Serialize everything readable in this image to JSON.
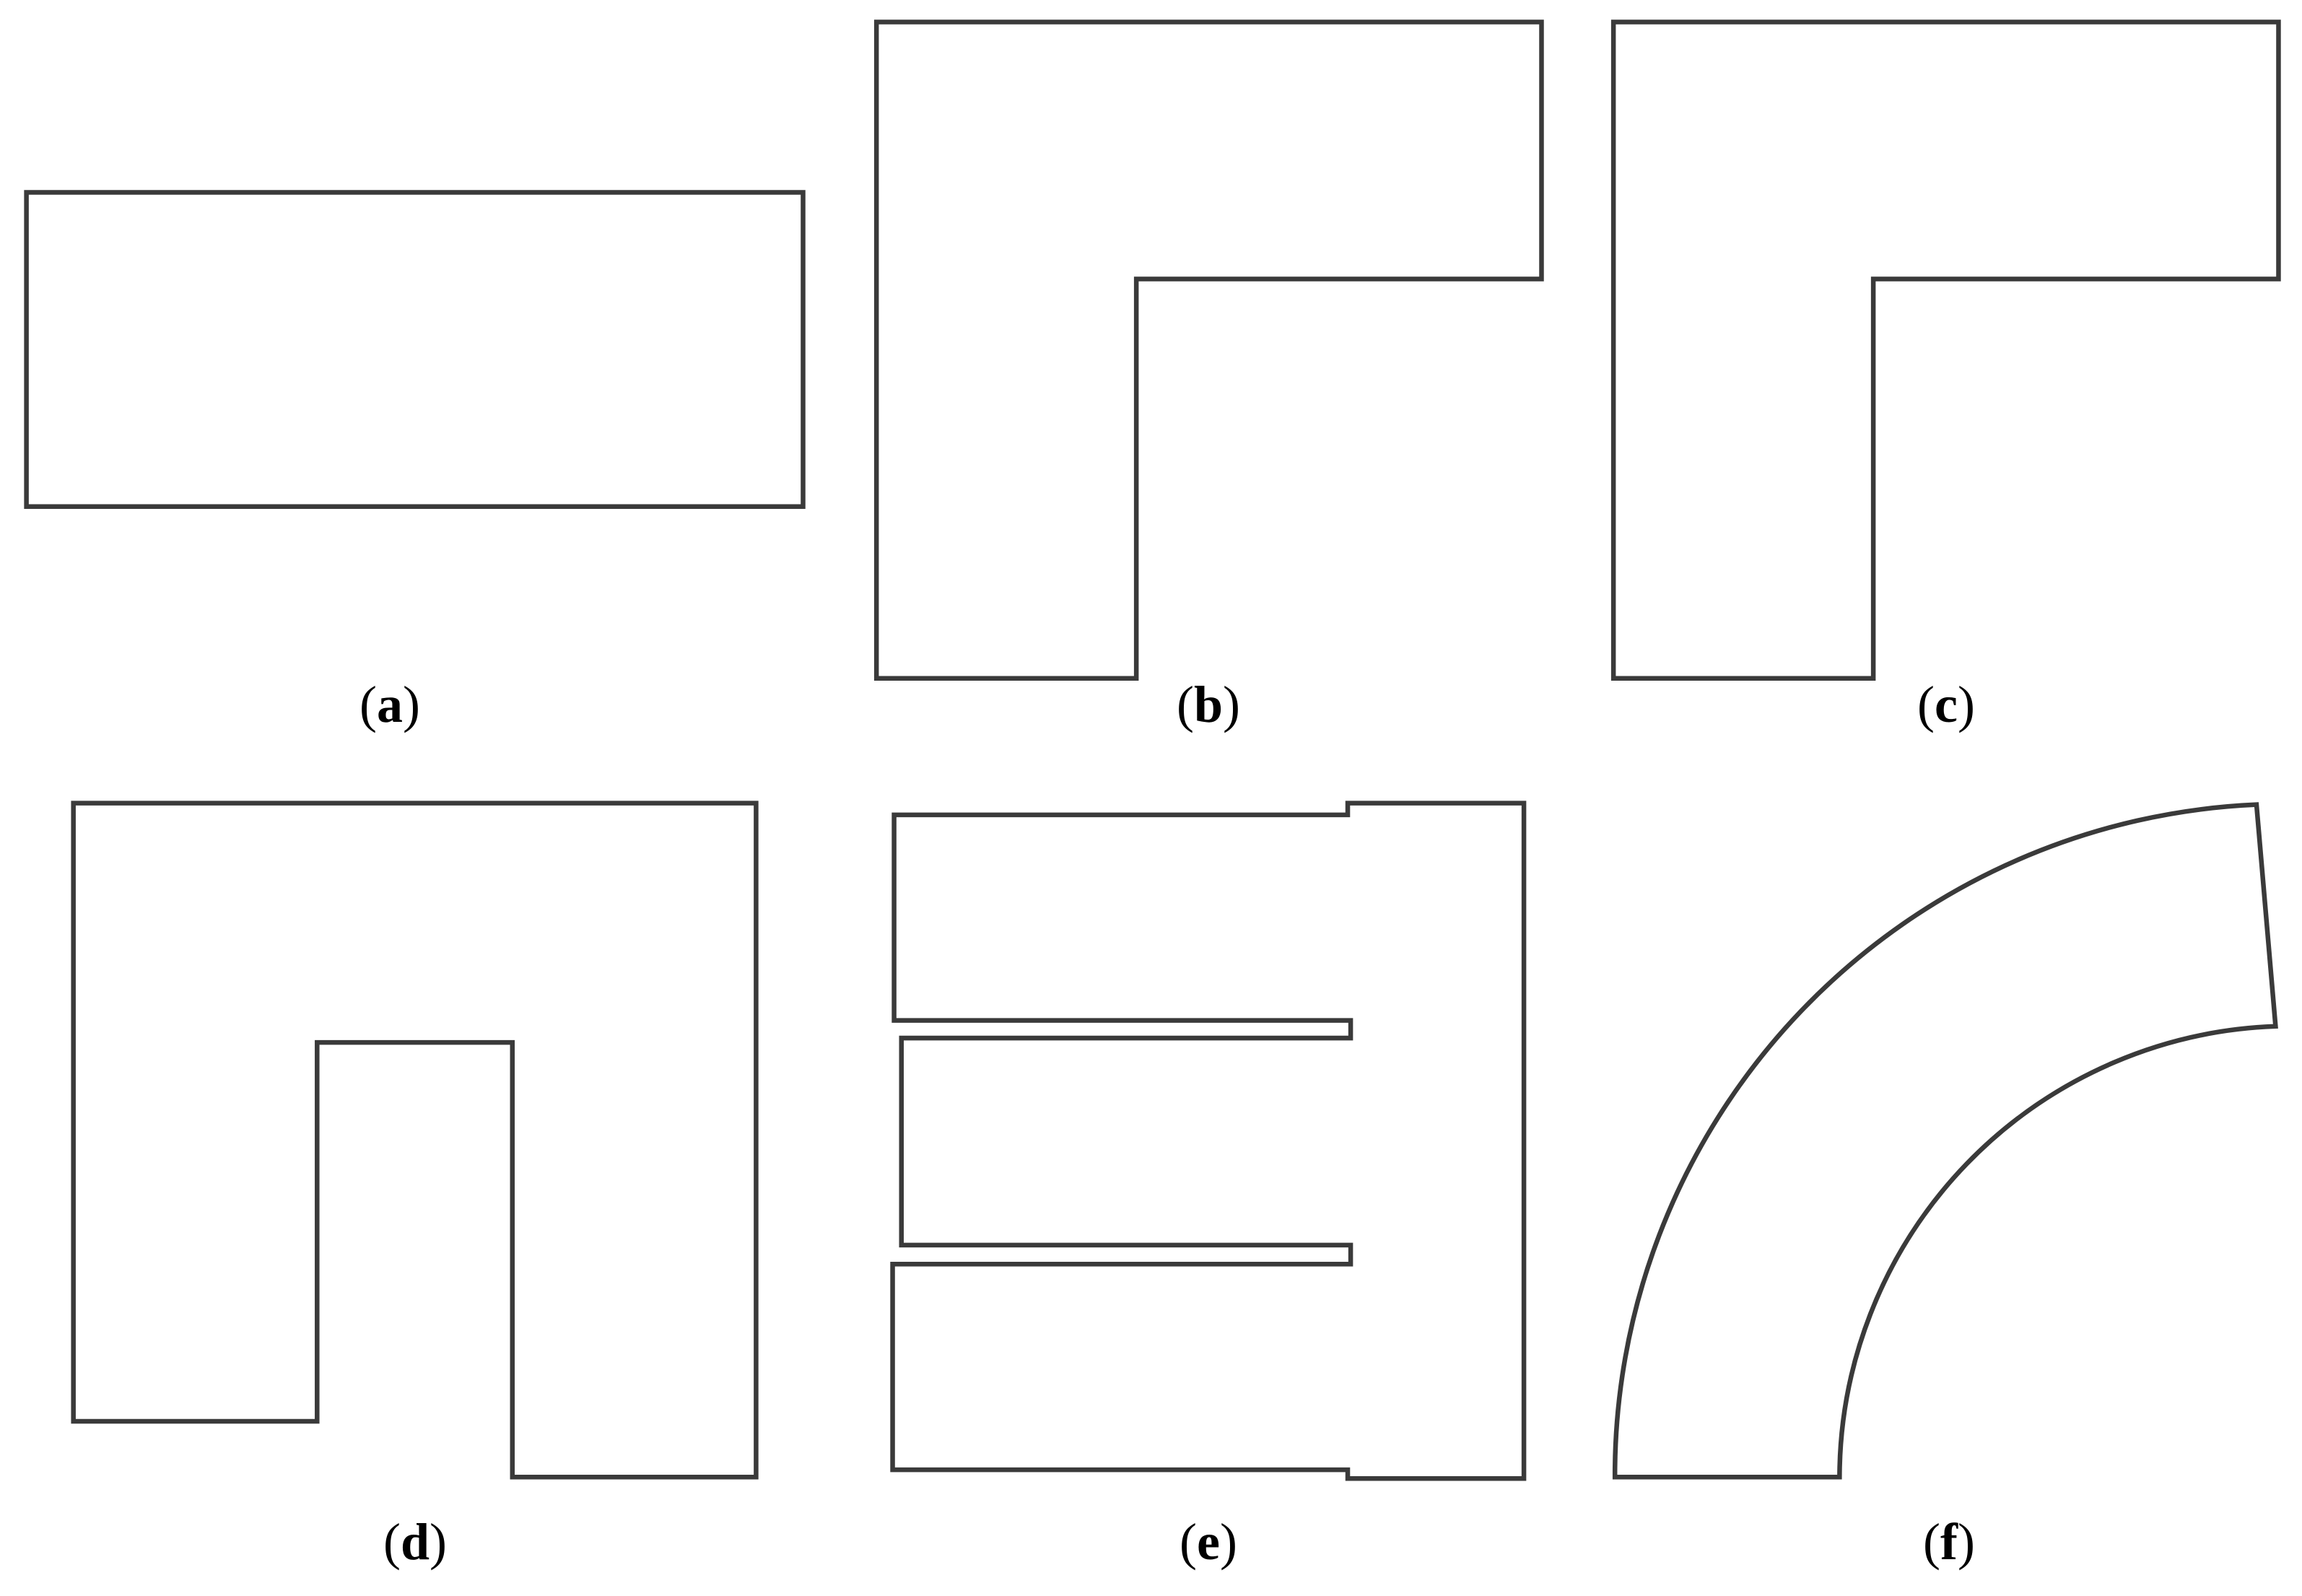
{
  "figure": {
    "panels": [
      {
        "id": "a",
        "caption": "a"
      },
      {
        "id": "b",
        "caption": "b"
      },
      {
        "id": "c",
        "caption": "c"
      },
      {
        "id": "d",
        "caption": "d"
      },
      {
        "id": "e",
        "caption": "e"
      },
      {
        "id": "f",
        "caption": "f"
      }
    ],
    "colors": {
      "stroke": "#3a3a3a",
      "background": "#ffffff",
      "text": "#000000"
    }
  }
}
